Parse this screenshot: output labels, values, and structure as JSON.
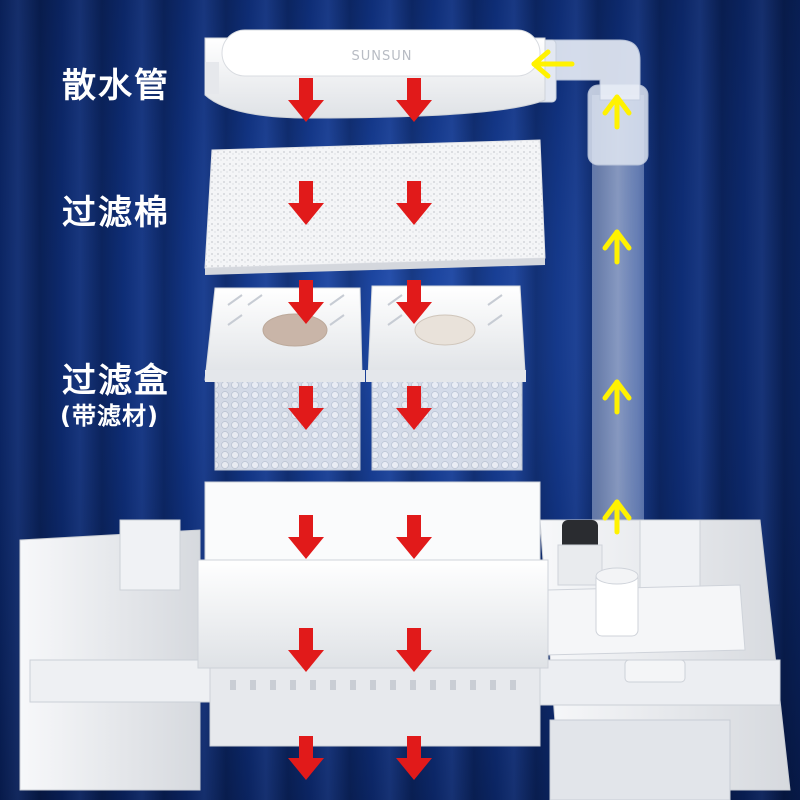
{
  "labels": {
    "spray_pipe": "散水管",
    "filter_cotton": "过滤棉",
    "filter_box": "过滤盒",
    "filter_box_note": "(带滤材)"
  },
  "brand": "SUNSUN",
  "colors": {
    "down_arrow": "#e11a1a",
    "up_arrow": "#fff200",
    "background": "#0f2f7a",
    "plastic": "#f2f3f5"
  },
  "icons": {
    "down_flow": "arrow-down-icon",
    "up_flow": "arrow-up-icon",
    "left_flow": "arrow-left-icon"
  }
}
